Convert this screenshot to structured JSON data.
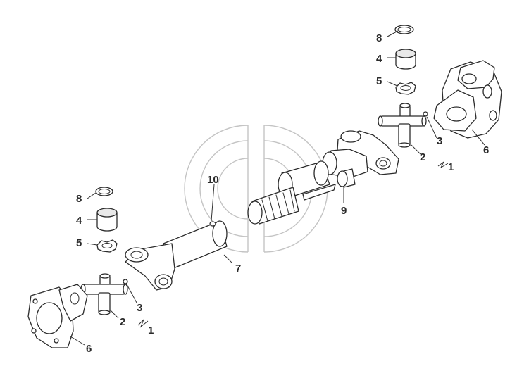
{
  "callouts": {
    "c1a": "1",
    "c1b": "1",
    "c2a": "2",
    "c2b": "2",
    "c3a": "3",
    "c3b": "3",
    "c4a": "4",
    "c4b": "4",
    "c5a": "5",
    "c5b": "5",
    "c6a": "6",
    "c6b": "6",
    "c7": "7",
    "c8a": "8",
    "c8b": "8",
    "c9": "9",
    "c10": "10"
  },
  "colors": {
    "line": "#2b2b2b",
    "watermark": "#c4c4c4",
    "background": "#ffffff"
  }
}
